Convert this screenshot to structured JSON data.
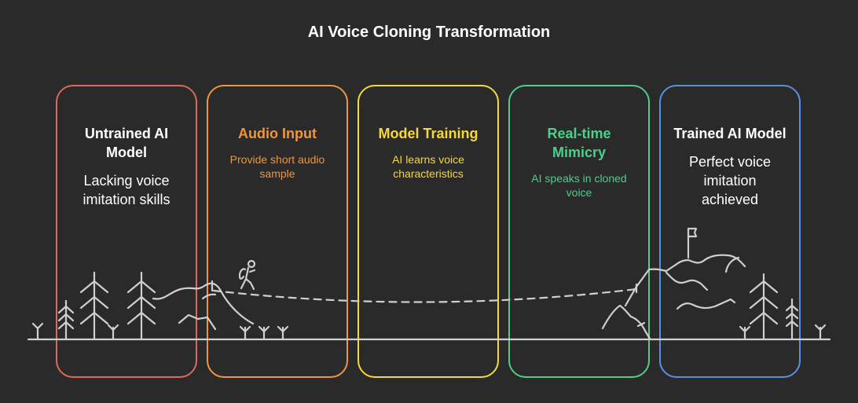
{
  "title": "AI Voice Cloning Transformation",
  "stages": [
    {
      "heading": "Untrained AI Model",
      "description": "Lacking voice imitation skills",
      "color": "#e0675c"
    },
    {
      "heading": "Audio Input",
      "description": "Provide short audio sample",
      "color": "#f0953b"
    },
    {
      "heading": "Model Training",
      "description": "AI learns voice characteristics",
      "color": "#f6d83b"
    },
    {
      "heading": "Real-time Mimicry",
      "description": "AI speaks in cloned voice",
      "color": "#4ccf89"
    },
    {
      "heading": "Trained AI Model",
      "description": "Perfect voice imitation achieved",
      "color": "#5a8fe0"
    }
  ]
}
